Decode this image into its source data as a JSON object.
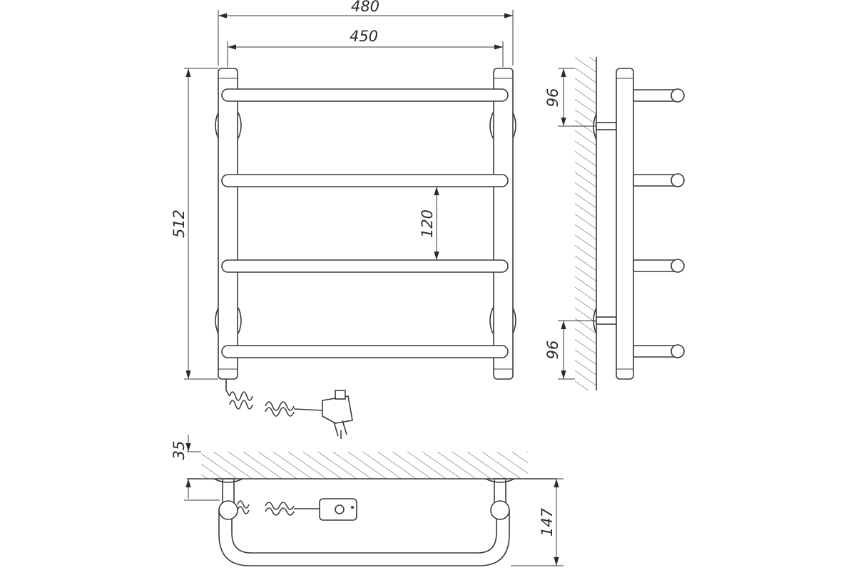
{
  "dimensions": {
    "overall_width": "480",
    "rail_width": "450",
    "overall_height": "512",
    "rail_spacing": "120",
    "side_top_offset": "96",
    "side_bottom_offset": "96",
    "wall_gap": "35",
    "depth": "147"
  },
  "colors": {
    "line": "#3a3a3a",
    "background": "#ffffff"
  }
}
